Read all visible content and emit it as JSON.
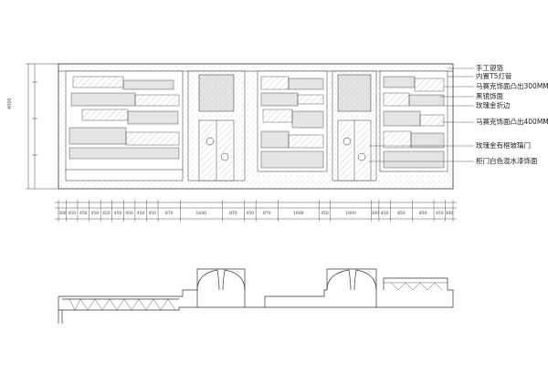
{
  "annotations": [
    "手工银箔",
    "内置T5灯管",
    "马赛克饰面凸出300MM",
    "黑镜饰面",
    "玫瑰金折边",
    "马赛克饰面凸出400MM",
    "玫瑰金有框玻璃门",
    "柜门白色混水漆饰面"
  ],
  "overall_height": "4000",
  "dimensions": [
    "300",
    "450",
    "450",
    "450",
    "450",
    "450",
    "450",
    "450",
    "450",
    "870",
    "1640",
    "870",
    "450",
    "870",
    "1600",
    "450",
    "1600",
    "300",
    "450",
    "850",
    "850",
    "450",
    "300"
  ],
  "colors": {
    "line": "#333333",
    "light": "#888888",
    "bg": "#ffffff"
  }
}
